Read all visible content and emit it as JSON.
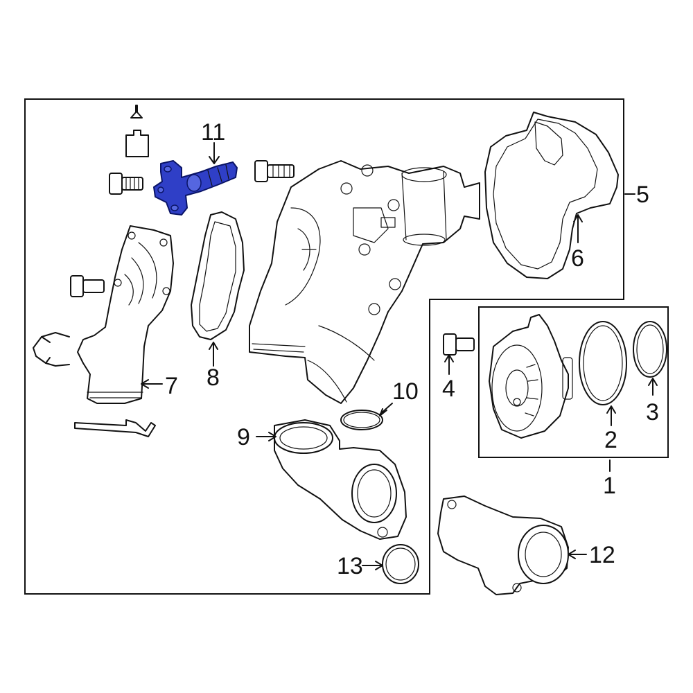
{
  "diagram": {
    "callouts": [
      {
        "id": "c1",
        "text": "1"
      },
      {
        "id": "c2",
        "text": "2"
      },
      {
        "id": "c3",
        "text": "3"
      },
      {
        "id": "c4",
        "text": "4"
      },
      {
        "id": "c5",
        "text": "5"
      },
      {
        "id": "c6",
        "text": "6"
      },
      {
        "id": "c7",
        "text": "7"
      },
      {
        "id": "c8",
        "text": "8"
      },
      {
        "id": "c9",
        "text": "9"
      },
      {
        "id": "c10",
        "text": "10"
      },
      {
        "id": "c11",
        "text": "11"
      },
      {
        "id": "c12",
        "text": "12"
      },
      {
        "id": "c13",
        "text": "13"
      }
    ],
    "highlighted_part": "11",
    "colors": {
      "highlight": "#2f3fc7",
      "line": "#111111",
      "background": "#ffffff"
    },
    "icons": [
      "torque-icon"
    ]
  }
}
